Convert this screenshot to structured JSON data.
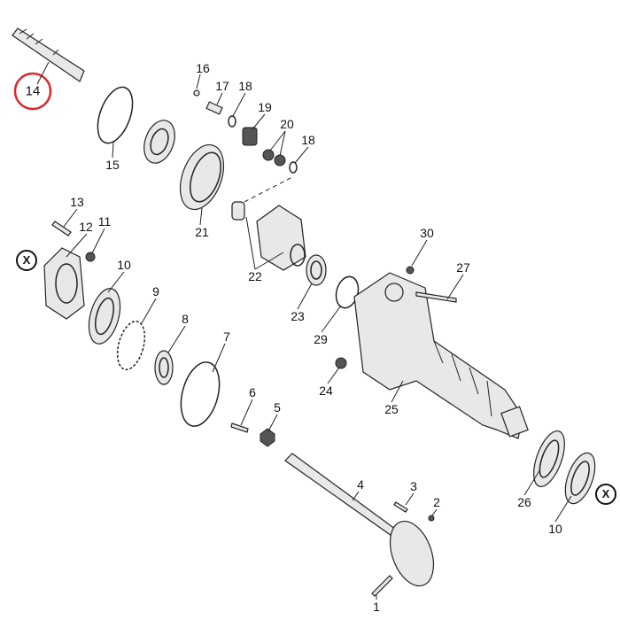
{
  "diagram": {
    "highlight_color": "#e0252b",
    "highlighted_part": "14",
    "callouts": [
      "14",
      "16",
      "17",
      "18",
      "19",
      "20",
      "18",
      "15",
      "21",
      "13",
      "12",
      "11",
      "10",
      "9",
      "8",
      "7",
      "22",
      "23",
      "29",
      "30",
      "27",
      "24",
      "25",
      "6",
      "5",
      "4",
      "3",
      "2",
      "1",
      "26",
      "10"
    ],
    "reference_marks": [
      "X",
      "X"
    ]
  }
}
